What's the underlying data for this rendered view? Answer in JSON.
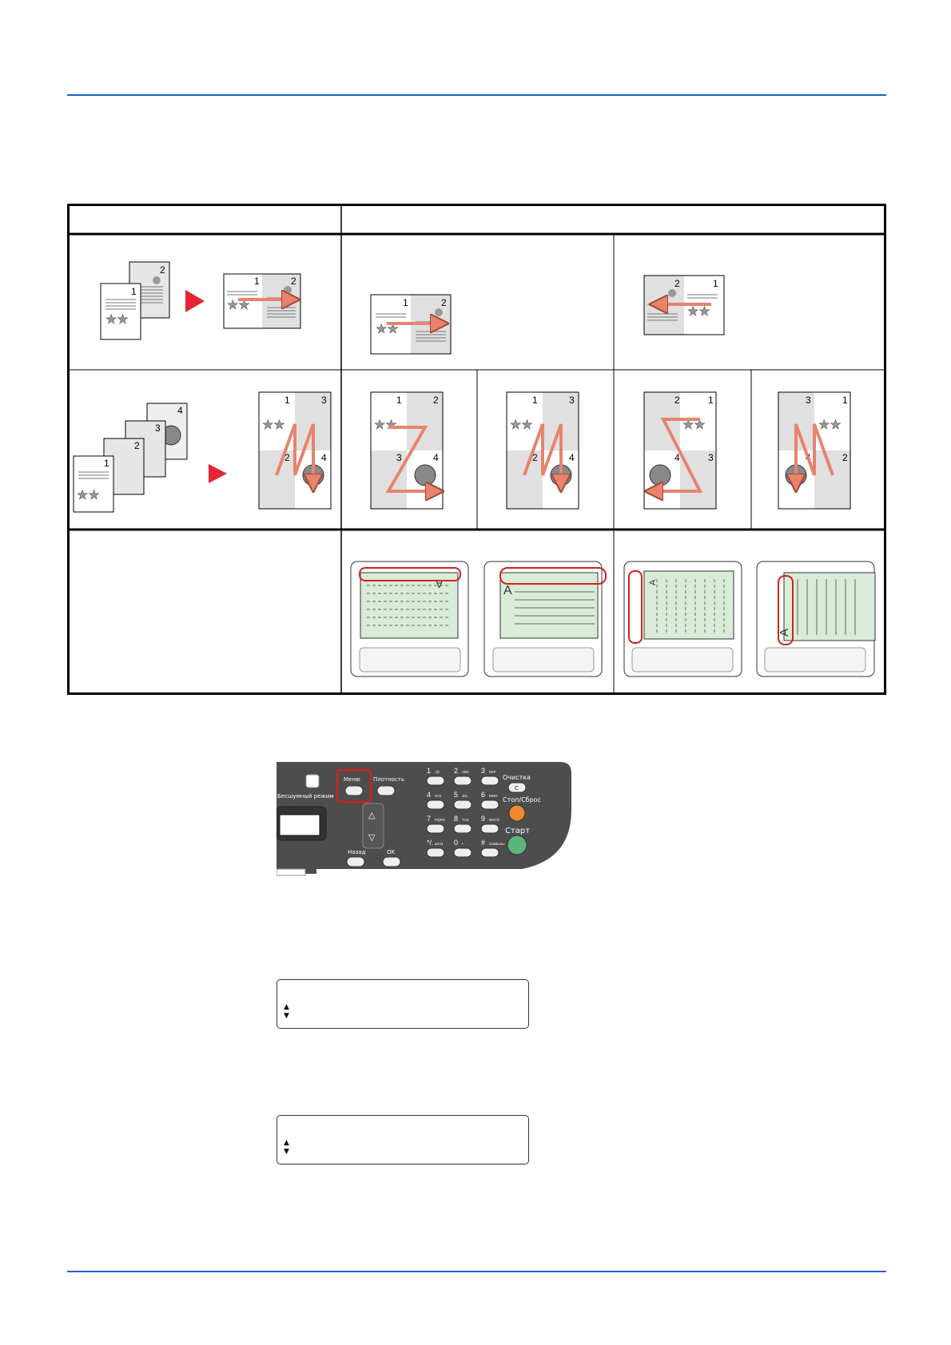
{
  "page": {
    "layout_table": {
      "rows": [
        {
          "source_numbers": [
            "1",
            "2"
          ],
          "result_labels": [
            "1",
            "2"
          ]
        },
        {
          "source_numbers": [
            "1",
            "2",
            "3",
            "4"
          ],
          "result_labels": [
            "1",
            "2",
            "3",
            "4"
          ]
        }
      ],
      "layout_options_2in1": [
        {
          "numbers": [
            "1",
            "2"
          ]
        },
        {
          "numbers": [
            "2",
            "1"
          ]
        }
      ],
      "layout_options_4in1": [
        {
          "numbers": [
            "1",
            "2",
            "3",
            "4"
          ]
        },
        {
          "numbers": [
            "1",
            "3",
            "2",
            "4"
          ]
        },
        {
          "numbers": [
            "2",
            "1",
            "4",
            "3"
          ]
        },
        {
          "numbers": [
            "3",
            "1",
            "4",
            "2"
          ]
        }
      ],
      "orientation_letter": "A"
    },
    "control_panel": {
      "quiet_mode_label": "Бесшумный режим",
      "menu_label": "Меню",
      "density_label": "Плотность",
      "back_label": "Назад",
      "ok_label": "OK",
      "clear_label": "Очистка",
      "clear_key": "C",
      "stop_label": "Стоп/Сброс",
      "start_label": "Старт",
      "keys": [
        {
          "digit": "1",
          "letters": ".@"
        },
        {
          "digit": "2",
          "letters": "ABC"
        },
        {
          "digit": "3",
          "letters": "DEF"
        },
        {
          "digit": "4",
          "letters": "GHI"
        },
        {
          "digit": "5",
          "letters": "JKL"
        },
        {
          "digit": "6",
          "letters": "MNO"
        },
        {
          "digit": "7",
          "letters": "PQRS"
        },
        {
          "digit": "8",
          "letters": "TUV"
        },
        {
          "digit": "9",
          "letters": "WXYZ"
        },
        {
          "digit": "*/.",
          "letters": "a/A/1"
        },
        {
          "digit": "0",
          "letters": "•"
        },
        {
          "digit": "#",
          "letters": "Символы"
        }
      ]
    },
    "lcd_screens": [
      {
        "line1": "",
        "line2": ""
      },
      {
        "line1": "",
        "line2": ""
      }
    ],
    "colors": {
      "rule": "#1f5fd1",
      "highlight": "#d42020",
      "arrow": "#e8836c",
      "play": "#e32636",
      "green": "#5cb57a"
    }
  }
}
